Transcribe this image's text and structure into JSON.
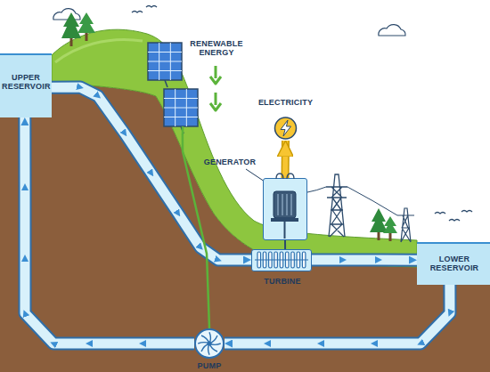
{
  "diagram": {
    "nodes": [
      {
        "text": [
          "UPPER RESERVOIR"
        ]
      },
      {
        "text": [
          "RENEWABLE ENERGY"
        ]
      },
      {
        "text": [
          "ELECTRICITY"
        ]
      },
      {
        "text": [
          "GENERATOR"
        ]
      },
      {
        "text": [
          "TURBINE"
        ]
      },
      {
        "text": [
          "LOWER RESERVOIR"
        ]
      },
      {
        "text": [
          "PUMP"
        ]
      }
    ],
    "edges": [
      {
        "from": 0,
        "to": 4,
        "arrow": "to"
      },
      {
        "from": 4,
        "to": 5,
        "arrow": "to"
      },
      {
        "from": 5,
        "to": 6,
        "arrow": "to"
      },
      {
        "from": 6,
        "to": 0,
        "arrow": "to"
      },
      {
        "from": 1,
        "to": 6,
        "arrow": "none"
      },
      {
        "from": 3,
        "to": 2,
        "arrow": "to"
      },
      {
        "from": 3,
        "to": 4,
        "arrow": "none"
      }
    ]
  }
}
